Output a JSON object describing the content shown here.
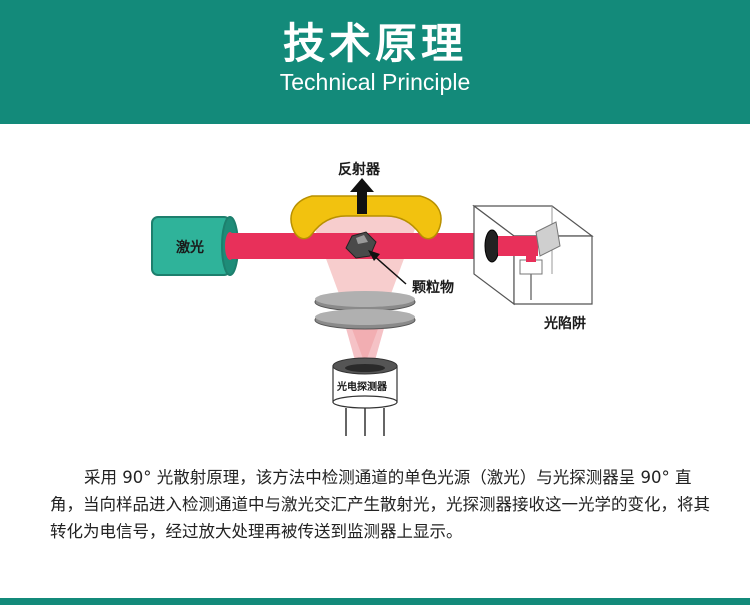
{
  "header": {
    "title_cn": "技术原理",
    "title_en": "Technical Principle"
  },
  "diagram": {
    "labels": {
      "laser": "激光",
      "reflector": "反射器",
      "particle": "颗粒物",
      "light_trap": "光陷阱",
      "detector": "光电探测器"
    }
  },
  "description": "采用 90° 光散射原理，该方法中检测通道的单色光源（激光）与光探测器呈 90° 直角，当向样品进入检测通道中与激光交汇产生散射光，光探测器接收这一光学的变化，将其转化为电信号，经过放大处理再被传送到监测器上显示。",
  "colors": {
    "brand": "#138a7a",
    "laser_beam": "#e8305a",
    "laser_body": "#2fb39a",
    "reflector": "#f2c20f",
    "scatter_cone": "#f5b8b8",
    "lens": "#8a8a8a"
  }
}
